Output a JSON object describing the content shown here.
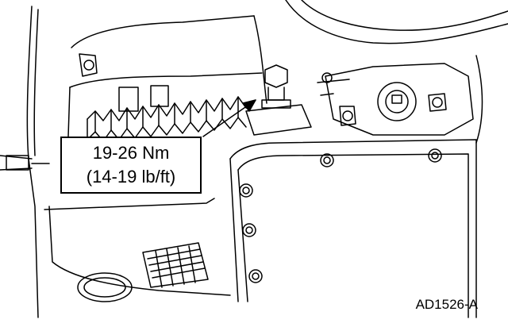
{
  "callout": {
    "torque_nm": "19-26 Nm",
    "torque_lbft": "(14-19 lb/ft)"
  },
  "figure_id": "AD1526-A"
}
